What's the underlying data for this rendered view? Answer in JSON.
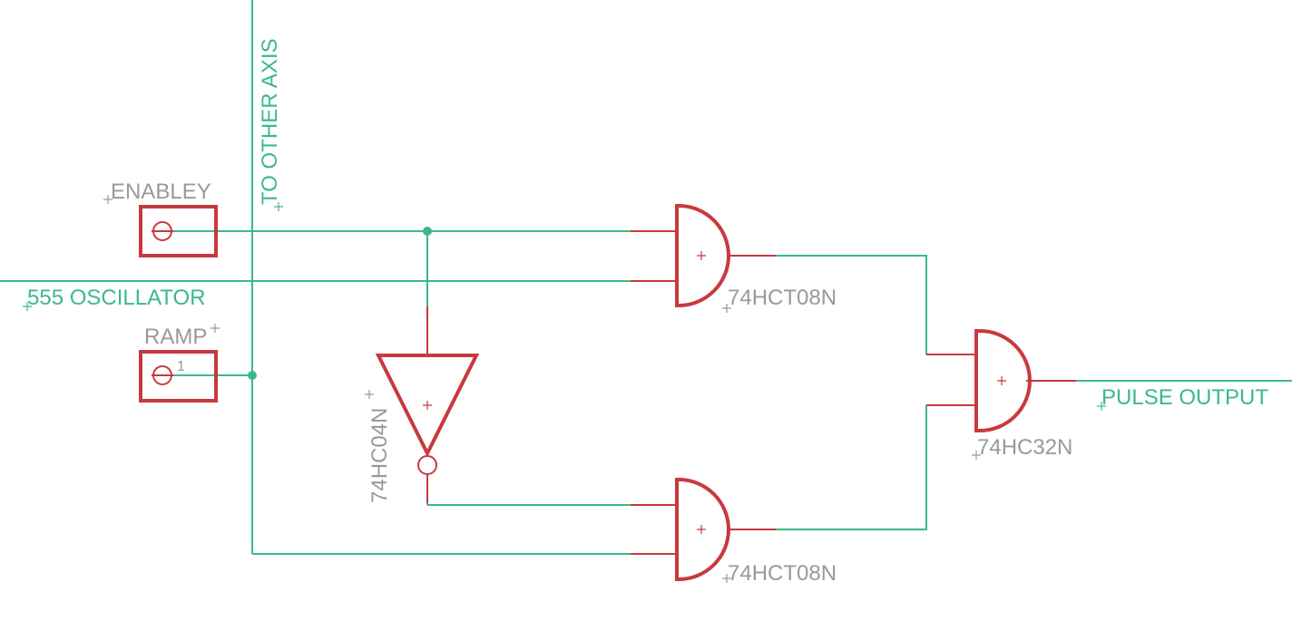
{
  "colors": {
    "net": "#3cb98a",
    "symbol": "#c8393f",
    "attribute_text": "#999999",
    "background": "#ffffff"
  },
  "net_labels": {
    "other_axis": "TO OTHER AXIS",
    "oscillator": "555 OSCILLATOR",
    "pulse_output": "PULSE OUTPUT"
  },
  "connectors": {
    "enable": {
      "name": "ENABLEY",
      "pin": ""
    },
    "ramp": {
      "name": "RAMP",
      "pin": "1"
    }
  },
  "gates": {
    "and_top": {
      "value": "74HCT08N",
      "kind": "AND"
    },
    "and_bottom": {
      "value": "74HCT08N",
      "kind": "AND"
    },
    "or_out": {
      "value": "74HC32N",
      "kind": "OR"
    },
    "inverter": {
      "value": "74HC04N",
      "kind": "NOT"
    }
  }
}
